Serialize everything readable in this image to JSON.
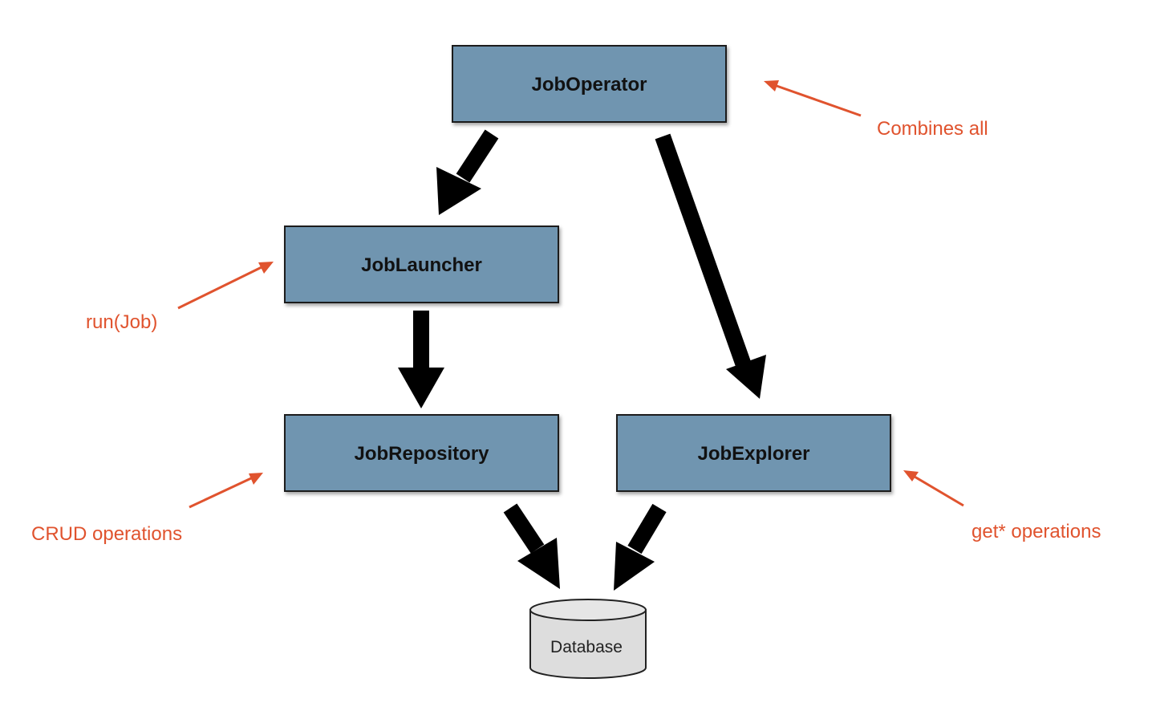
{
  "diagram": {
    "components": {
      "job_operator": "JobOperator",
      "job_launcher": "JobLauncher",
      "job_repository": "JobRepository",
      "job_explorer": "JobExplorer"
    },
    "database": "Database",
    "annotations": {
      "combines_all": "Combines all",
      "run_job": "run(Job)",
      "crud_operations": "CRUD operations",
      "get_operations": "get* operations"
    },
    "colors": {
      "box_fill": "#6f95b0",
      "box_border": "#1e1e1e",
      "arrow": "#000000",
      "annotation": "#e0532e",
      "database_fill": "#dddddd"
    }
  }
}
